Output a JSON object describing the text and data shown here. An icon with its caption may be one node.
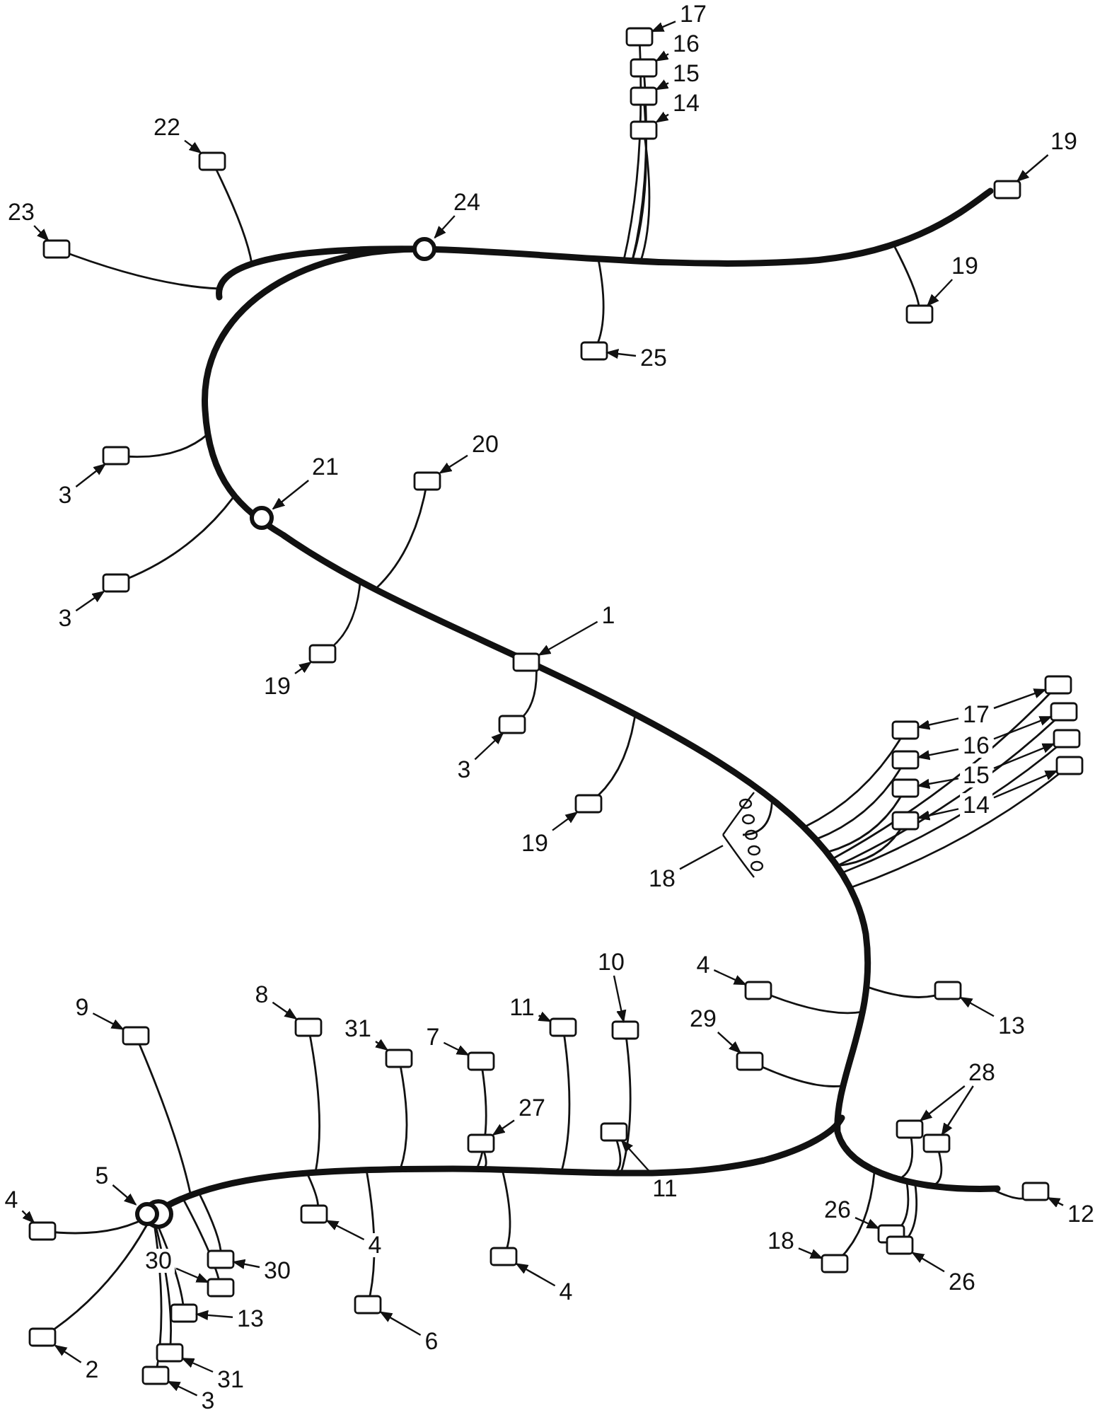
{
  "diagram": {
    "nodes": [
      {
        "text": [
          "17"
        ]
      },
      {
        "text": [
          "16"
        ]
      },
      {
        "text": [
          "15"
        ]
      },
      {
        "text": [
          "14"
        ]
      },
      {
        "text": [
          "22"
        ]
      },
      {
        "text": [
          "19"
        ]
      },
      {
        "text": [
          "24"
        ]
      },
      {
        "text": [
          "23"
        ]
      },
      {
        "text": [
          "19"
        ]
      },
      {
        "text": [
          "25"
        ]
      },
      {
        "text": [
          "20"
        ]
      },
      {
        "text": [
          "21"
        ]
      },
      {
        "text": [
          "3"
        ]
      },
      {
        "text": [
          "1"
        ]
      },
      {
        "text": [
          "3"
        ]
      },
      {
        "text": [
          "19"
        ]
      },
      {
        "text": [
          "17"
        ]
      },
      {
        "text": [
          "16"
        ]
      },
      {
        "text": [
          "15"
        ]
      },
      {
        "text": [
          "14"
        ]
      },
      {
        "text": [
          "3"
        ]
      },
      {
        "text": [
          "19"
        ]
      },
      {
        "text": [
          "18"
        ]
      },
      {
        "text": [
          "10"
        ]
      },
      {
        "text": [
          "4"
        ]
      },
      {
        "text": [
          "9"
        ]
      },
      {
        "text": [
          "8"
        ]
      },
      {
        "text": [
          "11"
        ]
      },
      {
        "text": [
          "31"
        ]
      },
      {
        "text": [
          "7"
        ]
      },
      {
        "text": [
          "29"
        ]
      },
      {
        "text": [
          "13"
        ]
      },
      {
        "text": [
          "28"
        ]
      },
      {
        "text": [
          "27"
        ]
      },
      {
        "text": [
          "11"
        ]
      },
      {
        "text": [
          "5"
        ]
      },
      {
        "text": [
          "4"
        ]
      },
      {
        "text": [
          "12"
        ]
      },
      {
        "text": [
          "26"
        ]
      },
      {
        "text": [
          "4"
        ]
      },
      {
        "text": [
          "18"
        ]
      },
      {
        "text": [
          "30"
        ]
      },
      {
        "text": [
          "30"
        ]
      },
      {
        "text": [
          "26"
        ]
      },
      {
        "text": [
          "4"
        ]
      },
      {
        "text": [
          "13"
        ]
      },
      {
        "text": [
          "6"
        ]
      },
      {
        "text": [
          "2"
        ]
      },
      {
        "text": [
          "31"
        ]
      },
      {
        "text": [
          "3"
        ]
      },
      {
        "text": [],
        "shape": "box"
      },
      {
        "text": [],
        "shape": "box"
      },
      {
        "text": [],
        "shape": "box"
      },
      {
        "text": [],
        "shape": "box"
      },
      {
        "text": [],
        "shape": "box"
      },
      {
        "text": [],
        "shape": "box"
      },
      {
        "text": [],
        "shape": "circle"
      },
      {
        "text": [],
        "shape": "box"
      },
      {
        "text": [],
        "shape": "box"
      },
      {
        "text": [],
        "shape": "box"
      },
      {
        "text": [],
        "shape": "box"
      },
      {
        "text": [],
        "shape": "circle"
      },
      {
        "text": [],
        "shape": "box"
      },
      {
        "text": [],
        "shape": "box"
      },
      {
        "text": [],
        "shape": "box"
      },
      {
        "text": [],
        "shape": "box"
      },
      {
        "text": [],
        "shape": "box"
      },
      {
        "text": [],
        "shape": "box"
      },
      {
        "text": [],
        "shape": "box"
      },
      {
        "text": [],
        "shape": "box"
      },
      {
        "text": [],
        "shape": "box"
      },
      {
        "text": [],
        "shape": "box"
      },
      {
        "text": [],
        "shape": "box"
      },
      {
        "text": [],
        "shape": "box"
      },
      {
        "text": [],
        "shape": "box"
      },
      {
        "text": [],
        "shape": "box"
      },
      {
        "text": [],
        "shape": "picture"
      },
      {
        "text": [],
        "shape": "box"
      },
      {
        "text": [],
        "shape": "box"
      },
      {
        "text": [],
        "shape": "box"
      },
      {
        "text": [],
        "shape": "box"
      },
      {
        "text": [],
        "shape": "box"
      },
      {
        "text": [],
        "shape": "box"
      },
      {
        "text": [],
        "shape": "box"
      },
      {
        "text": [],
        "shape": "box"
      },
      {
        "text": [],
        "shape": "box"
      },
      {
        "text": [],
        "shape": "box"
      },
      {
        "text": [],
        "shape": "box"
      },
      {
        "text": [],
        "shape": "box"
      },
      {
        "text": [],
        "shape": "box"
      },
      {
        "text": [],
        "shape": "circle"
      },
      {
        "text": [],
        "shape": "box"
      },
      {
        "text": [],
        "shape": "box"
      },
      {
        "text": [],
        "shape": "box"
      },
      {
        "text": [],
        "shape": "box"
      },
      {
        "text": [],
        "shape": "box"
      },
      {
        "text": [],
        "shape": "box"
      },
      {
        "text": [],
        "shape": "box"
      },
      {
        "text": [],
        "shape": "box"
      },
      {
        "text": [],
        "shape": "box"
      },
      {
        "text": [],
        "shape": "box"
      },
      {
        "text": [],
        "shape": "box"
      },
      {
        "text": [],
        "shape": "box"
      },
      {
        "text": [],
        "shape": "box"
      },
      {
        "text": [],
        "shape": "box"
      }
    ],
    "edges": [
      {
        "from": 0,
        "to": 50,
        "arrow": "to"
      },
      {
        "from": 1,
        "to": 51,
        "arrow": "to"
      },
      {
        "from": 2,
        "to": 52,
        "arrow": "to"
      },
      {
        "from": 3,
        "to": 53,
        "arrow": "to"
      },
      {
        "from": 4,
        "to": 54,
        "arrow": "to"
      },
      {
        "from": 5,
        "to": 55,
        "arrow": "to"
      },
      {
        "from": 6,
        "to": 56,
        "arrow": "to"
      },
      {
        "from": 7,
        "to": 57,
        "arrow": "to"
      },
      {
        "from": 8,
        "to": 58,
        "arrow": "to"
      },
      {
        "from": 9,
        "to": 59,
        "arrow": "to"
      },
      {
        "from": 10,
        "to": 60,
        "arrow": "to"
      },
      {
        "from": 11,
        "to": 61,
        "arrow": "to"
      },
      {
        "from": 12,
        "to": 62,
        "arrow": "to"
      },
      {
        "from": 13,
        "to": 63,
        "arrow": "to"
      },
      {
        "from": 14,
        "to": 64,
        "arrow": "to"
      },
      {
        "from": 15,
        "to": 65,
        "arrow": "to"
      },
      {
        "from": 16,
        "to": 66,
        "arrow": "to"
      },
      {
        "from": 16,
        "to": 67,
        "arrow": "to"
      },
      {
        "from": 17,
        "to": 68,
        "arrow": "to"
      },
      {
        "from": 17,
        "to": 69,
        "arrow": "to"
      },
      {
        "from": 18,
        "to": 70,
        "arrow": "to"
      },
      {
        "from": 18,
        "to": 71,
        "arrow": "to"
      },
      {
        "from": 19,
        "to": 72,
        "arrow": "to"
      },
      {
        "from": 19,
        "to": 73,
        "arrow": "to"
      },
      {
        "from": 20,
        "to": 74,
        "arrow": "to"
      },
      {
        "from": 21,
        "to": 75,
        "arrow": "to"
      },
      {
        "from": 22,
        "to": 76,
        "arrow": "none"
      },
      {
        "from": 23,
        "to": 77,
        "arrow": "to"
      },
      {
        "from": 24,
        "to": 78,
        "arrow": "to"
      },
      {
        "from": 25,
        "to": 79,
        "arrow": "to"
      },
      {
        "from": 26,
        "to": 80,
        "arrow": "to"
      },
      {
        "from": 27,
        "to": 81,
        "arrow": "to"
      },
      {
        "from": 28,
        "to": 82,
        "arrow": "to"
      },
      {
        "from": 29,
        "to": 83,
        "arrow": "to"
      },
      {
        "from": 30,
        "to": 84,
        "arrow": "to"
      },
      {
        "from": 31,
        "to": 85,
        "arrow": "to"
      },
      {
        "from": 32,
        "to": 86,
        "arrow": "to"
      },
      {
        "from": 32,
        "to": 87,
        "arrow": "to"
      },
      {
        "from": 33,
        "to": 88,
        "arrow": "to"
      },
      {
        "from": 34,
        "to": 89,
        "arrow": "to"
      },
      {
        "from": 35,
        "to": 90,
        "arrow": "to"
      },
      {
        "from": 36,
        "to": 91,
        "arrow": "to"
      },
      {
        "from": 37,
        "to": 92,
        "arrow": "to"
      },
      {
        "from": 38,
        "to": 93,
        "arrow": "to"
      },
      {
        "from": 39,
        "to": 94,
        "arrow": "to"
      },
      {
        "from": 40,
        "to": 95,
        "arrow": "to"
      },
      {
        "from": 41,
        "to": 96,
        "arrow": "to"
      },
      {
        "from": 42,
        "to": 97,
        "arrow": "to"
      },
      {
        "from": 43,
        "to": 98,
        "arrow": "to"
      },
      {
        "from": 44,
        "to": 99,
        "arrow": "to"
      },
      {
        "from": 45,
        "to": 100,
        "arrow": "to"
      },
      {
        "from": 46,
        "to": 101,
        "arrow": "to"
      },
      {
        "from": 47,
        "to": 102,
        "arrow": "to"
      },
      {
        "from": 48,
        "to": 103,
        "arrow": "to"
      },
      {
        "from": 49,
        "to": 104,
        "arrow": "to"
      }
    ]
  }
}
